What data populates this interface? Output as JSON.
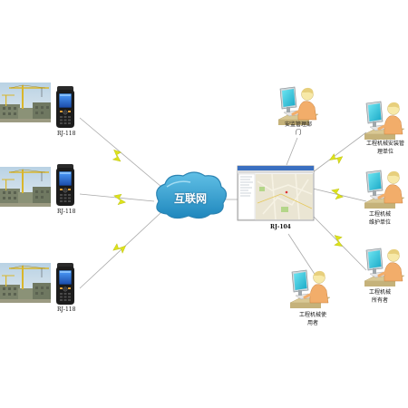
{
  "devices": {
    "handheld_label": "RJ-118",
    "server_label": "RJ-104"
  },
  "hub": {
    "label": "互联网"
  },
  "stakeholders": {
    "supervision": "安监管理部门",
    "install_unit": "工程机械安装管理单位",
    "maintenance_unit": "工程机械维护单位",
    "owner": "工程机械所有者",
    "user": "工程机械使用者"
  },
  "colors": {
    "cloud_fill": "#3aa3cf",
    "cloud_stroke": "#2b84b3",
    "connection_line": "#a9a9a9",
    "lightning": "#dde21a",
    "handheld_body": "#1c1c1c",
    "handheld_screen": "#2a5fc9",
    "person_shirt": "#f2ad6a",
    "person_head": "#f7e9a8",
    "monitor_screen": "#3fd2e4",
    "desk": "#d9c894",
    "sky": "#a9c6dc",
    "building": "#7c8467",
    "crane": "#e2c23b"
  }
}
